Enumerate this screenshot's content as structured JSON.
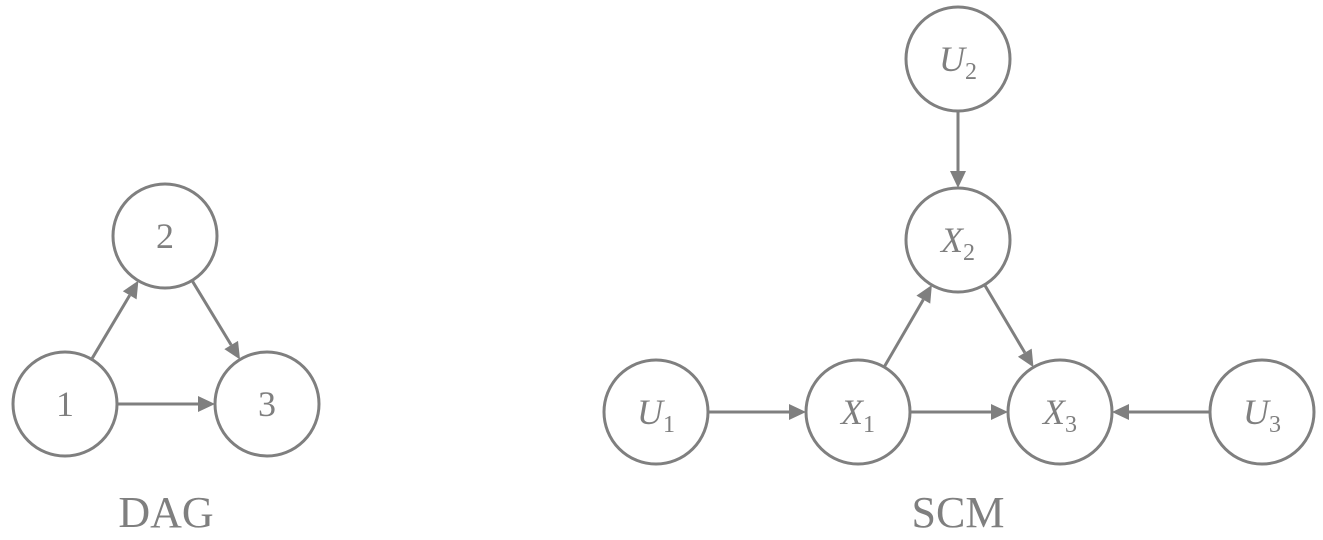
{
  "dag": {
    "caption": "DAG",
    "nodes": [
      {
        "id": "1",
        "label": "1"
      },
      {
        "id": "2",
        "label": "2"
      },
      {
        "id": "3",
        "label": "3"
      }
    ],
    "edges": [
      {
        "from": "1",
        "to": "2"
      },
      {
        "from": "2",
        "to": "3"
      },
      {
        "from": "1",
        "to": "3"
      }
    ]
  },
  "scm": {
    "caption": "SCM",
    "nodes": [
      {
        "id": "U2",
        "base": "U",
        "sub": "2"
      },
      {
        "id": "X2",
        "base": "X",
        "sub": "2"
      },
      {
        "id": "U1",
        "base": "U",
        "sub": "1"
      },
      {
        "id": "X1",
        "base": "X",
        "sub": "1"
      },
      {
        "id": "X3",
        "base": "X",
        "sub": "3"
      },
      {
        "id": "U3",
        "base": "U",
        "sub": "3"
      }
    ],
    "edges": [
      {
        "from": "U2",
        "to": "X2"
      },
      {
        "from": "U1",
        "to": "X1"
      },
      {
        "from": "X1",
        "to": "X2"
      },
      {
        "from": "X2",
        "to": "X3"
      },
      {
        "from": "X1",
        "to": "X3"
      },
      {
        "from": "U3",
        "to": "X3"
      }
    ]
  },
  "colors": {
    "stroke": "#7f7f7f",
    "background": "#ffffff"
  }
}
